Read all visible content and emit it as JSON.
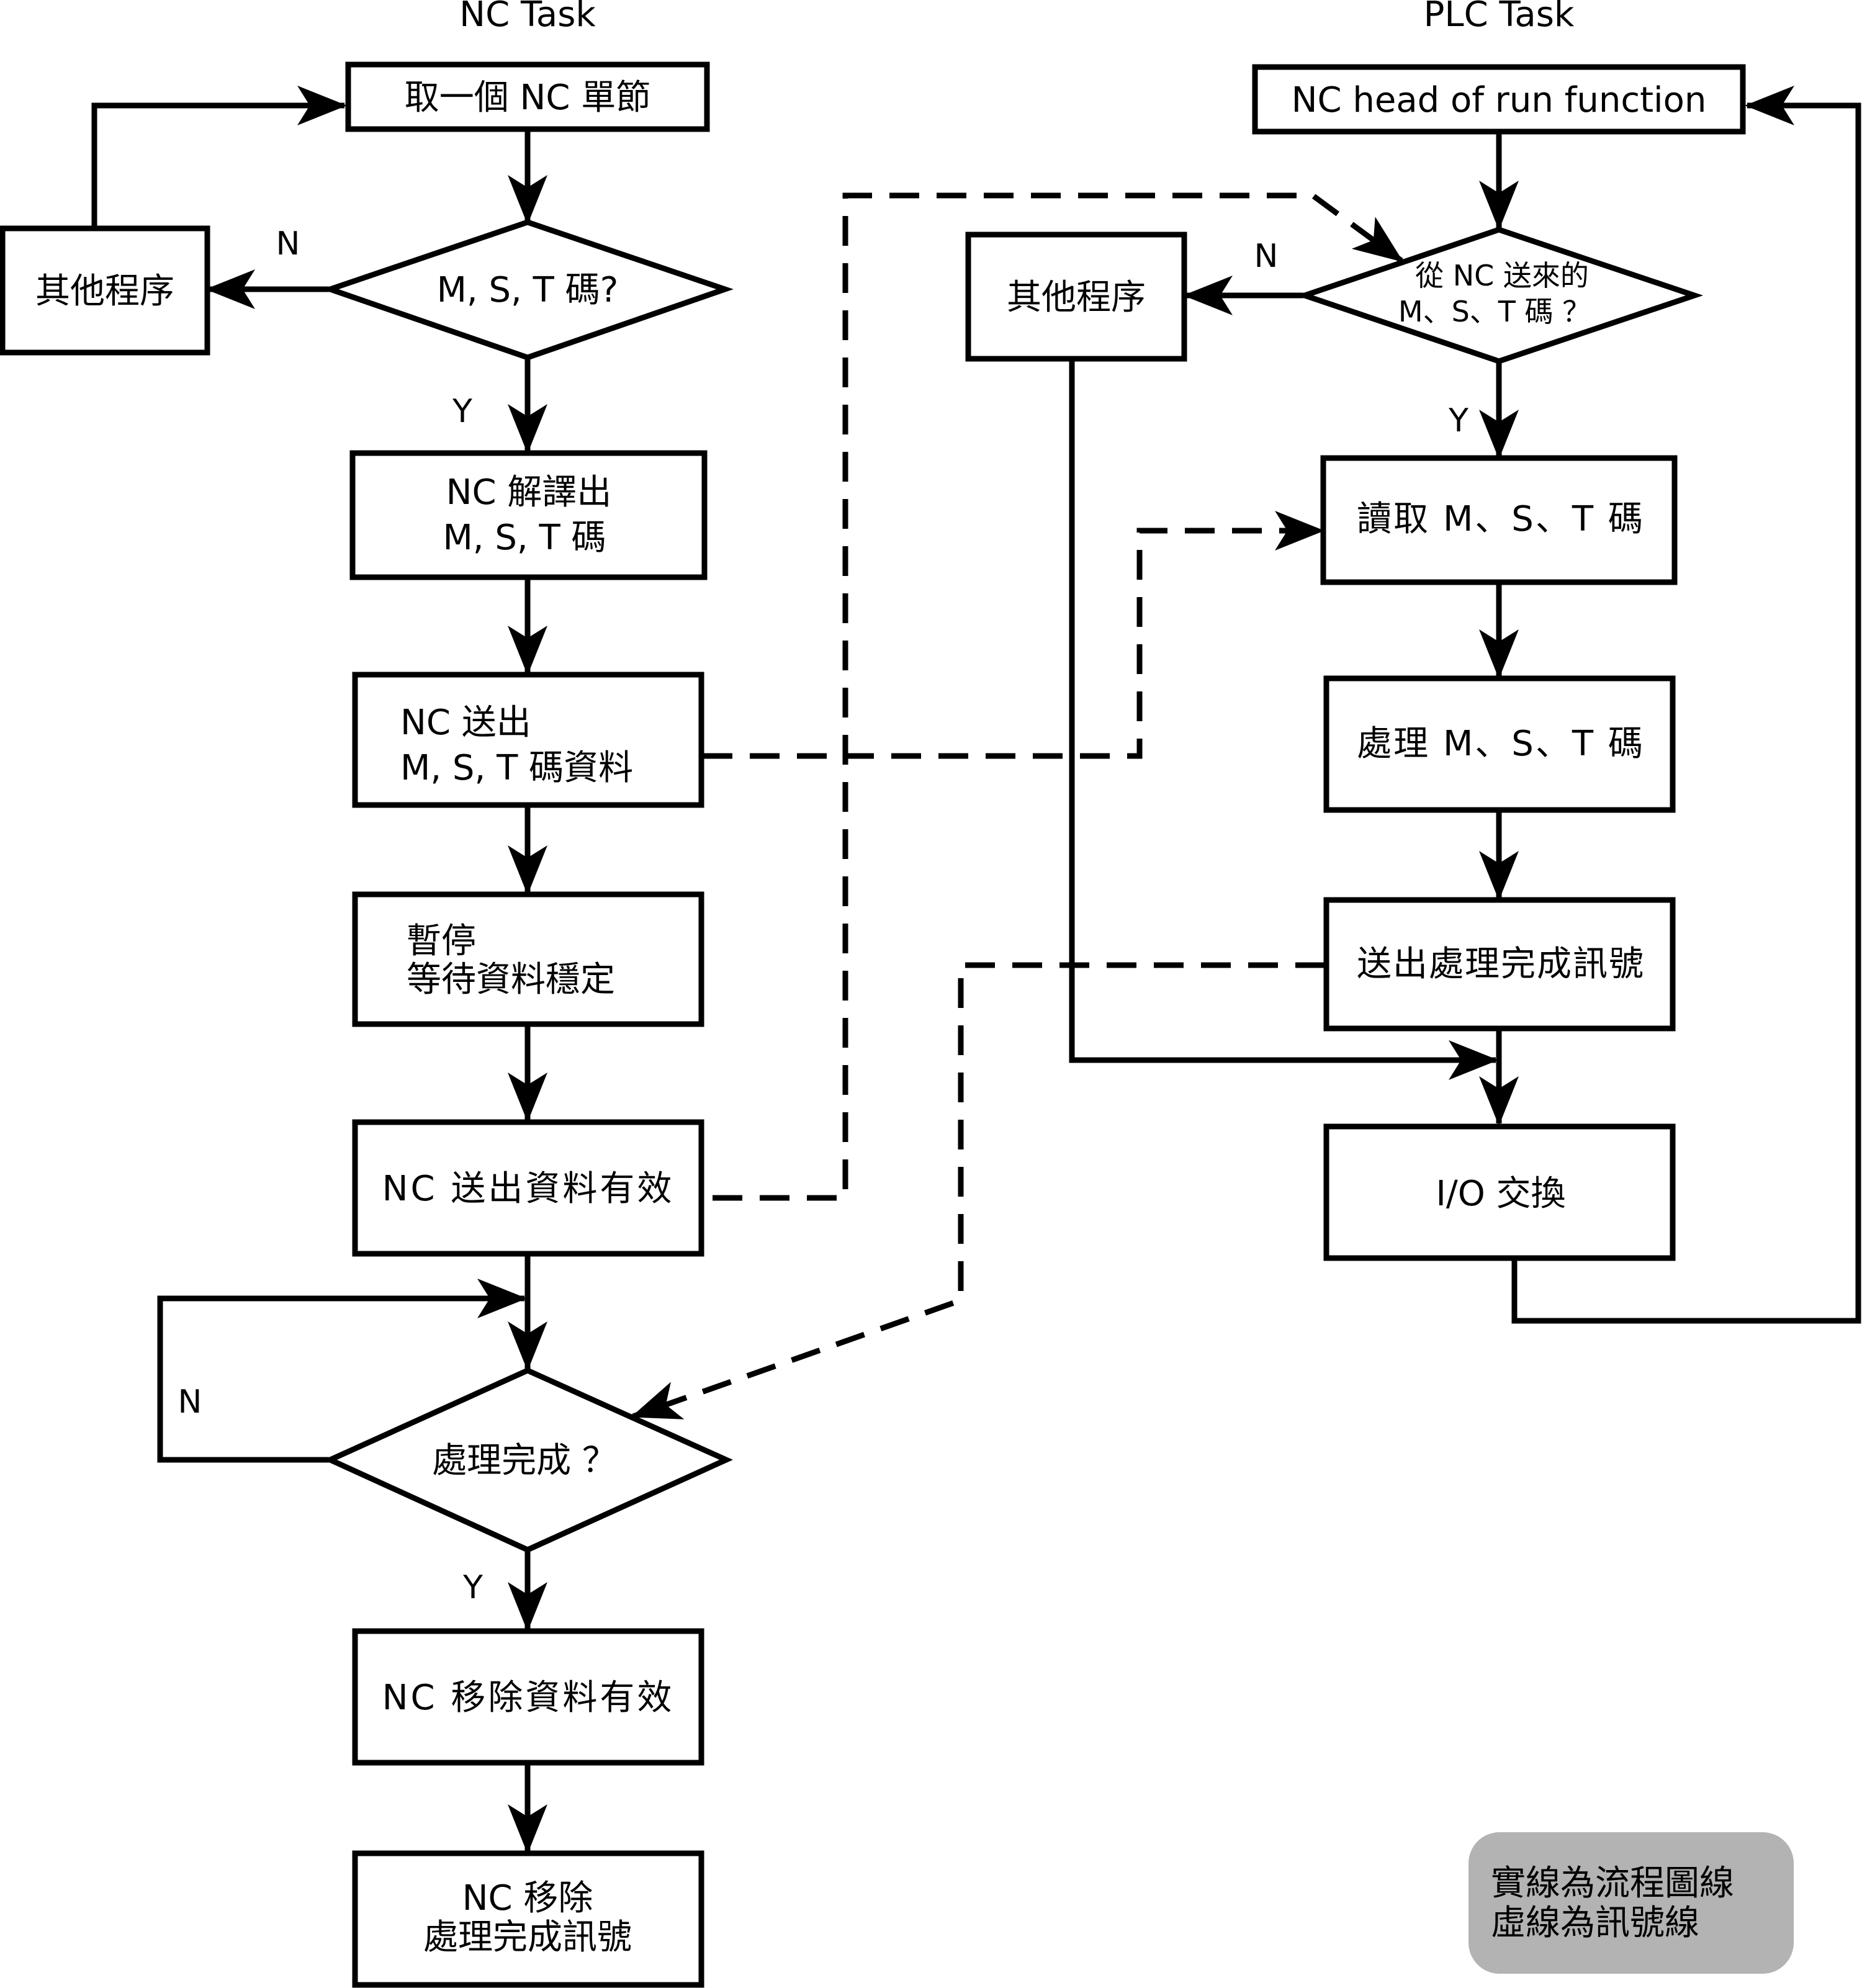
{
  "nc_task": {
    "title": "NC Task",
    "fetch_block": "取一個 NC 單節",
    "other_process": "其他程序",
    "decision_mst": "M, S, T 碼?",
    "decode": [
      "NC 解譯出",
      "M, S, T 碼"
    ],
    "send_data": [
      "NC 送出",
      "M, S, T 碼資料"
    ],
    "pause": [
      "暫停",
      "等待資料穩定"
    ],
    "send_valid": "NC 送出資料有效",
    "decision_done": "處理完成 ？",
    "remove_valid": "NC 移除資料有效",
    "remove_signal": [
      "NC 移除",
      "處理完成訊號"
    ]
  },
  "plc_task": {
    "title": "PLC Task",
    "head_of_run": "NC head of run function",
    "other_process": "其他程序",
    "decision_from_nc": [
      "從 NC 送來的",
      "M、S、T 碼 ？"
    ],
    "read_mst": "讀取 M、S、T 碼",
    "process_mst": "處理 M、S、T 碼",
    "send_done": "送出處理完成訊號",
    "io_exchange": "I/O 交換"
  },
  "branch_labels": {
    "yes": "Y",
    "no": "N"
  },
  "legend": {
    "lines": [
      "實線為流程圖線",
      "虛線為訊號線"
    ],
    "background": "#b3b3b3"
  }
}
